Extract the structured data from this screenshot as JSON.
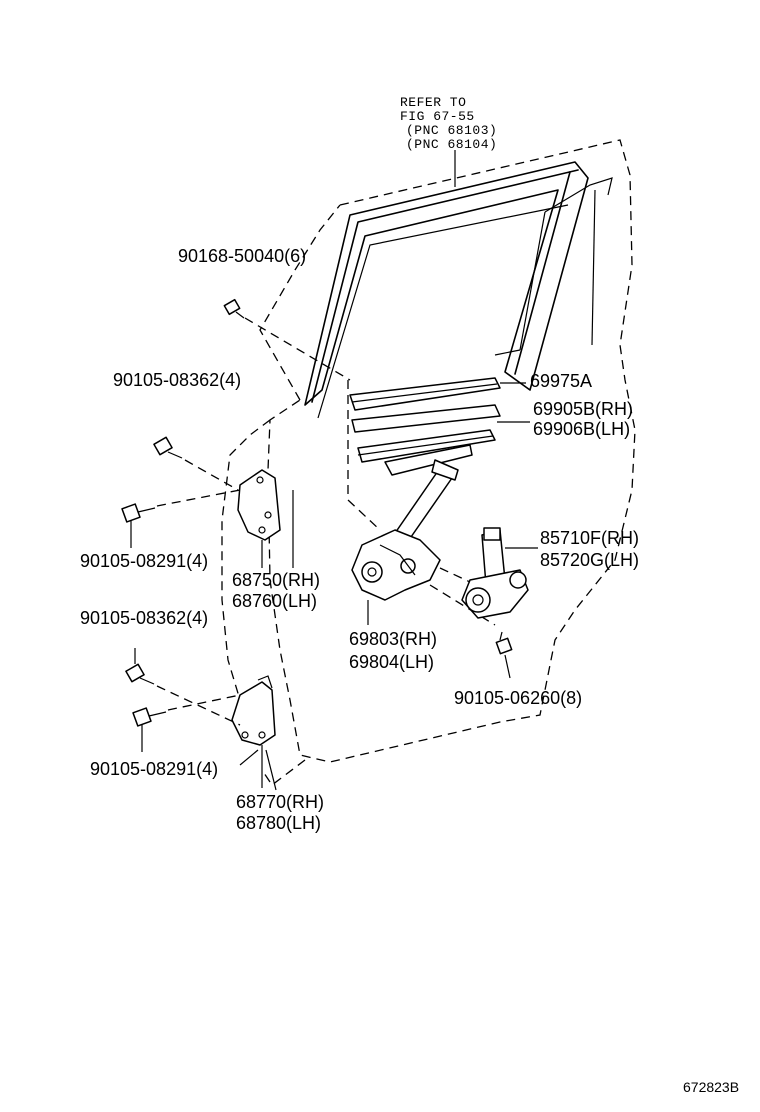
{
  "refer": {
    "line1": "REFER TO",
    "line2": "FIG 67-55",
    "line3": "(PNC 68103)",
    "line4": "(PNC 68104)"
  },
  "labels": {
    "screw_top": "90168-50040(6)",
    "bolt_upper_1": "90105-08362(4)",
    "bolt_upper_2": "90105-08291(4)",
    "bolt_lower_1": "90105-08362(4)",
    "bolt_lower_2": "90105-08291(4)",
    "channel": "69975A",
    "weatherstrip_rh": "69905B(RH)",
    "weatherstrip_lh": "69906B(LH)",
    "motor_rh": "85710F(RH)",
    "motor_lh": "85720G(LH)",
    "hinge_upper_rh": "68750(RH)",
    "hinge_upper_lh": "68760(LH)",
    "regulator_rh": "69803(RH)",
    "regulator_lh": "69804(LH)",
    "bolt_regulator": "90105-06260(8)",
    "hinge_lower_rh": "68770(RH)",
    "hinge_lower_lh": "68780(LH)"
  },
  "figure_id": "672823B"
}
